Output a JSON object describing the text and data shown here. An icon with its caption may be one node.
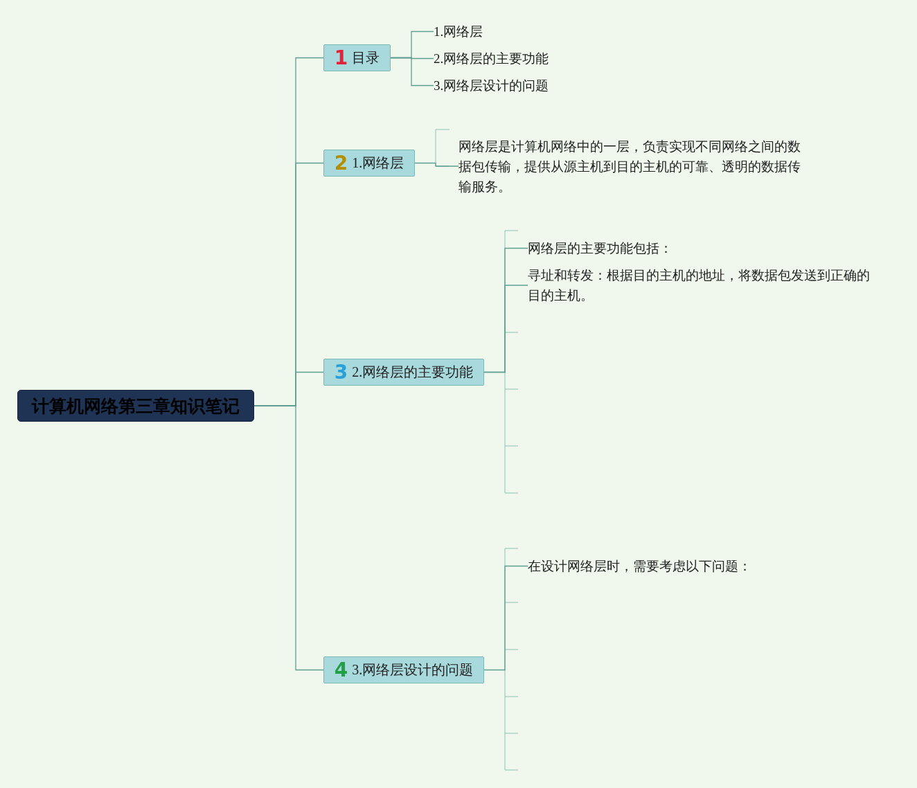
{
  "diagram": {
    "nodes": [
      {
        "text": [
          "计算机网络第三章知识笔记"
        ]
      },
      {
        "text": [
          "1",
          "目录"
        ]
      },
      {
        "text": [
          "1.网络层"
        ]
      },
      {
        "text": [
          "2.网络层的主要功能"
        ]
      },
      {
        "text": [
          "3.网络层设计的问题"
        ]
      },
      {
        "text": [
          "2",
          "1.网络层"
        ]
      },
      {
        "text": [
          "网络层是计算机网络中的一层，负责实现不同网络之间的数据包传输，提供从源主机到目的主机的可靠、透明的数据传输服务。"
        ]
      },
      {
        "text": [
          "3",
          "2.网络层的主要功能"
        ]
      },
      {
        "text": [
          "网络层的主要功能包括："
        ]
      },
      {
        "text": [
          "寻址和转发：根据目的主机的地址，将数据包发送到正确的目的主机。"
        ]
      },
      {
        "text": [
          "4",
          "3.网络层设计的问题"
        ]
      },
      {
        "text": [
          "在设计网络层时，需要考虑以下问题："
        ]
      }
    ],
    "edges": [
      {
        "from": 0,
        "to": 1,
        "arrow": "none"
      },
      {
        "from": 0,
        "to": 5,
        "arrow": "none"
      },
      {
        "from": 0,
        "to": 7,
        "arrow": "none"
      },
      {
        "from": 0,
        "to": 10,
        "arrow": "none"
      },
      {
        "from": 1,
        "to": 2,
        "arrow": "none"
      },
      {
        "from": 1,
        "to": 3,
        "arrow": "none"
      },
      {
        "from": 1,
        "to": 4,
        "arrow": "none"
      },
      {
        "from": 5,
        "to": 6,
        "arrow": "none"
      },
      {
        "from": 7,
        "to": 8,
        "arrow": "none"
      },
      {
        "from": 7,
        "to": 9,
        "arrow": "none"
      },
      {
        "from": 10,
        "to": 11,
        "arrow": "none"
      }
    ]
  }
}
